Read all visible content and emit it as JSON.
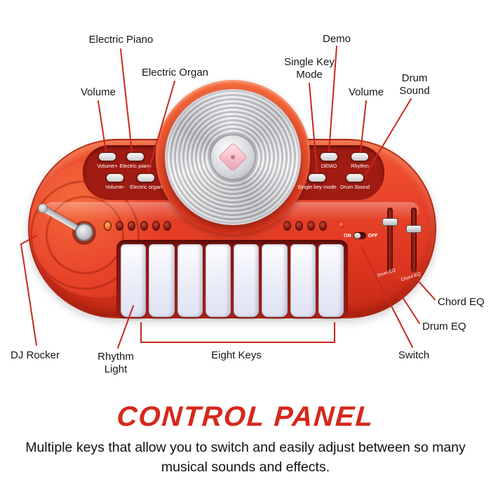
{
  "callouts": {
    "electric_piano": "Electric Piano",
    "volume_left": "Volume",
    "electric_organ": "Electric Organ",
    "demo": "Demo",
    "single_key_mode": "Single Key Mode",
    "volume_right": "Volume",
    "drum_sound": "Drum Sound",
    "dj_rocker": "DJ Rocker",
    "rhythm_light": "Rhythm Light",
    "eight_keys": "Eight Keys",
    "switch": "Switch",
    "drum_eq": "Drum EQ",
    "chord_eq": "Chord EQ"
  },
  "device": {
    "buttons": {
      "volume_plus": "Volume+",
      "electric_piano": "Electric piano",
      "volume_minus": "Volume-",
      "electric_organ": "Electric organ",
      "demo": "DEMO",
      "rhythm": "Rhythm",
      "single_key_mode": "Single key mode",
      "drum_sound": "Drum Sound"
    },
    "power": {
      "on": "ON",
      "off": "OFF"
    },
    "sliders": {
      "drum_eq": "Drum EQ",
      "chord_eq": "Chord EQ"
    },
    "keys_count": 8
  },
  "footer": {
    "title": "CONTROL PANEL",
    "description": "Multiple keys that allow you to switch and easily adjust between so many musical sounds and effects."
  },
  "colors": {
    "body": "#e8432a",
    "panel": "#a01b12",
    "callout_line": "#c62a1c",
    "title": "#d6281c",
    "keys": "#e9ecf7"
  }
}
